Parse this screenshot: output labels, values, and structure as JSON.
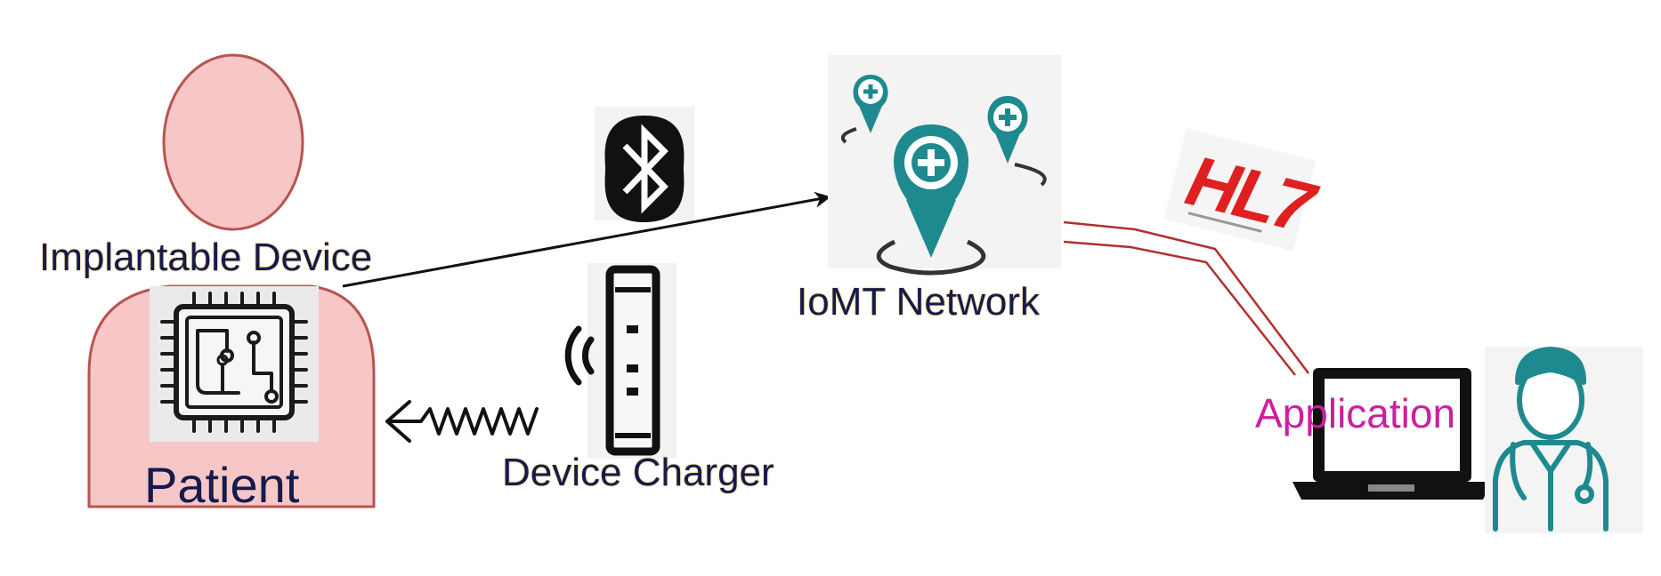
{
  "labels": {
    "patient": "Patient",
    "implantable_device": "Implantable Device",
    "device_charger": "Device Charger",
    "iomt_network": "IoMT Network",
    "application": "Application",
    "hl7_logo": "HL7"
  },
  "colors": {
    "patient_fill": "#f7c6c6",
    "patient_stroke": "#b85450",
    "teal": "#1e8a8f",
    "hl7_red": "#e02020",
    "link_red": "#b03030",
    "application_text": "#cc1fa0",
    "label_text": "#141b4d",
    "label_glow": "#f0c060"
  },
  "icons": [
    "person-shape",
    "chip-icon",
    "bluetooth-icon",
    "charger-icon",
    "wireless-signal-icon",
    "zigzag-arrow-icon",
    "location-pins-icon",
    "hl7-logo",
    "laptop-icon",
    "doctor-icon"
  ]
}
